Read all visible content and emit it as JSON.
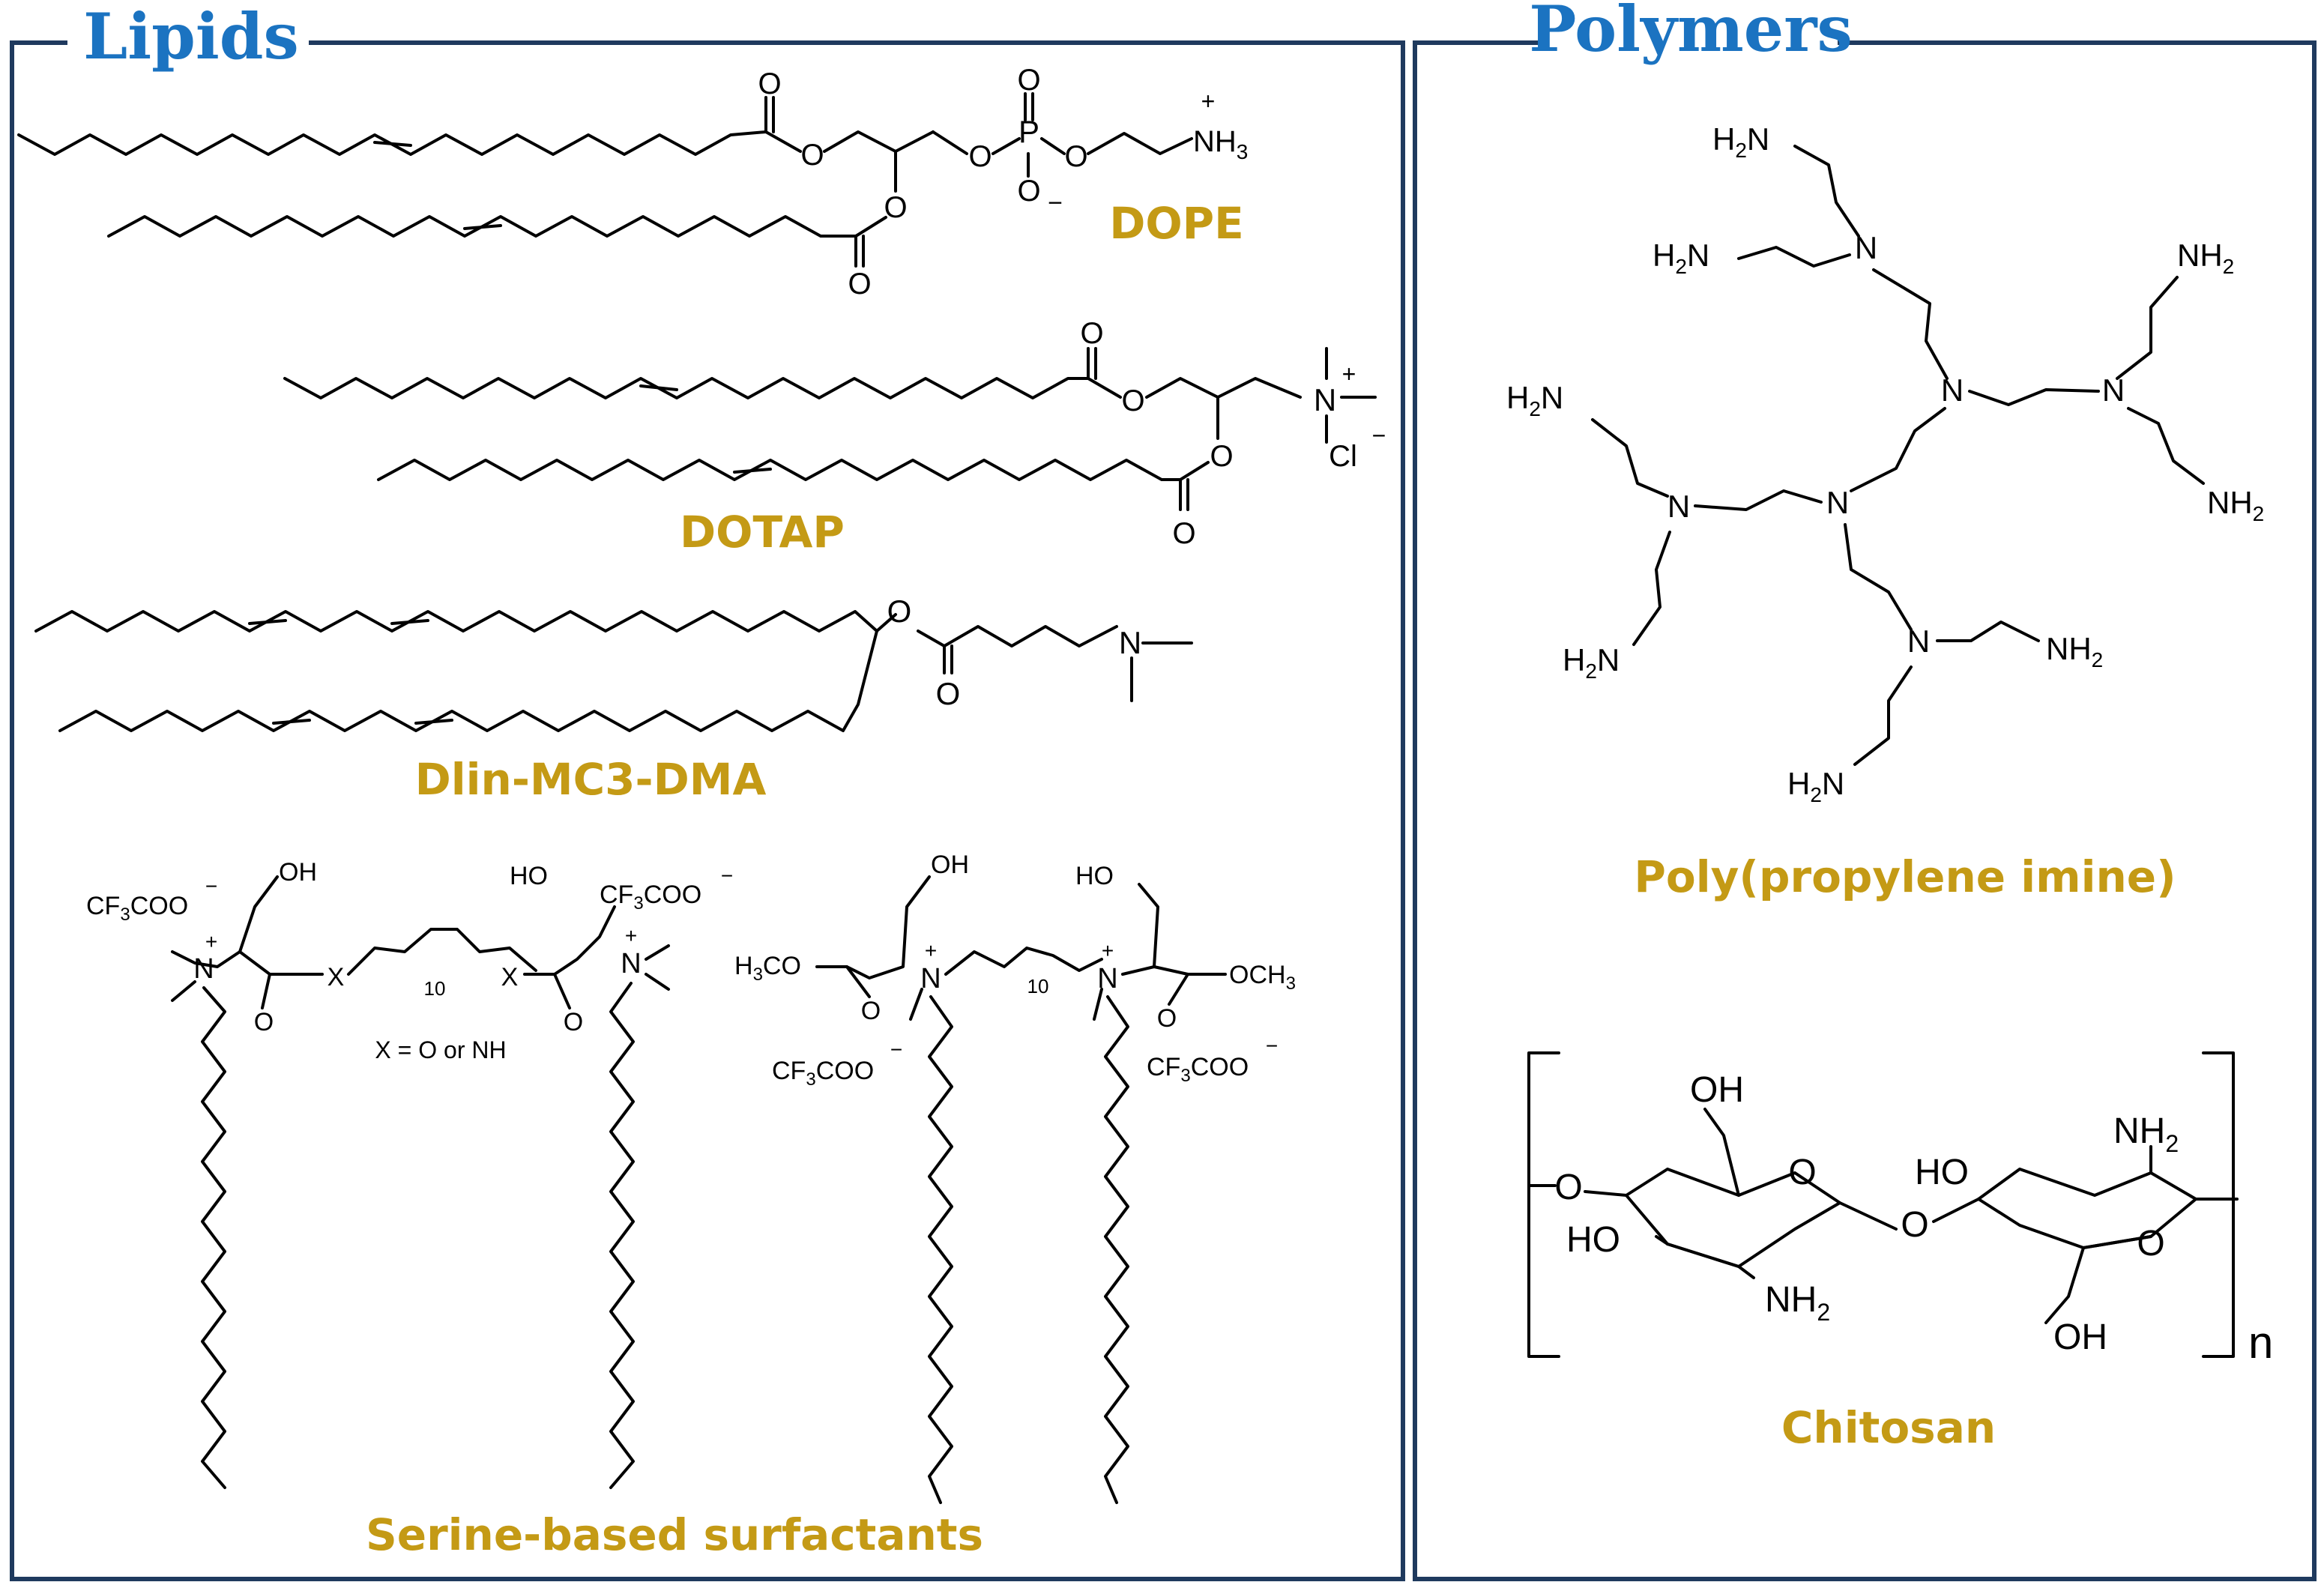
{
  "colors": {
    "title": "#1b73c1",
    "compound_name": "#c49a15",
    "frame": "#1f3a5e",
    "structure": "#000000"
  },
  "panels": {
    "lipids": {
      "title": "Lipids",
      "compounds": {
        "dope": {
          "name": "DOPE",
          "atoms": {
            "o_carbonyl1": "O",
            "o_ester1": "O",
            "o_link": "O",
            "p": "P",
            "o_p_top": "O",
            "o_p_right": "O",
            "o_p_bottom": "O",
            "o_ester2": "O",
            "o_carbonyl2": "O",
            "nh3": "NH",
            "nh3_sub": "3",
            "charge_plus": "+",
            "charge_minus": "−"
          }
        },
        "dotap": {
          "name": "DOTAP",
          "atoms": {
            "o_carbonyl1": "O",
            "o_ester1": "O",
            "n": "N",
            "charge_plus": "+",
            "cl": "Cl",
            "charge_minus": "−",
            "o_ester2": "O",
            "o_carbonyl2": "O"
          }
        },
        "mc3": {
          "name": "Dlin-MC3-DMA",
          "atoms": {
            "o_ester": "O",
            "o_carbonyl": "O",
            "n": "N"
          }
        },
        "serine": {
          "name": "Serine-based surfactants",
          "note": "X = O or NH",
          "subscript": "10",
          "atoms": {
            "cf3coo": "CF",
            "sub3": "3",
            "coo": "COO",
            "oh": "OH",
            "ho": "HO",
            "n": "N",
            "x": "X",
            "o": "O",
            "h3co": "H",
            "co": "CO",
            "och3": "OCH",
            "plus": "+",
            "minus": "−"
          }
        }
      }
    },
    "polymers": {
      "title": "Polymers",
      "compounds": {
        "ppi": {
          "name": "Poly(propylene imine)",
          "atoms": {
            "h2n": "H",
            "n_label": "N",
            "nh2": "NH",
            "sub2": "2"
          }
        },
        "chitosan": {
          "name": "Chitosan",
          "repeat": "n",
          "atoms": {
            "oh": "OH",
            "ho": "HO",
            "nh2": "NH",
            "sub2": "2",
            "o": "O"
          }
        }
      }
    }
  }
}
